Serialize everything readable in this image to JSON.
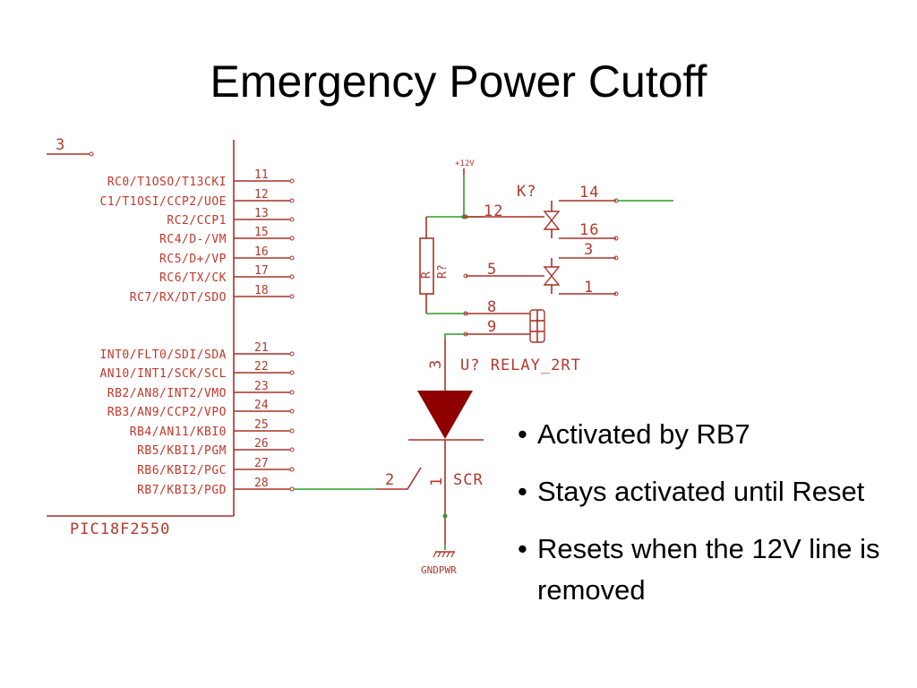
{
  "slide": {
    "title": "Emergency Power Cutoff",
    "bullets": [
      "Activated by RB7",
      "Stays activated until Reset",
      "Resets when the 12V line is removed"
    ]
  },
  "schematic": {
    "mcu": {
      "part": "PIC18F2550",
      "ref_pin": "3",
      "pins": [
        {
          "name": "RC0/T1OSO/T13CKI",
          "num": "11"
        },
        {
          "name": "C1/T1OSI/CCP2/UOE",
          "num": "12"
        },
        {
          "name": "RC2/CCP1",
          "num": "13"
        },
        {
          "name": "RC4/D-/VM",
          "num": "15"
        },
        {
          "name": "RC5/D+/VP",
          "num": "16"
        },
        {
          "name": "RC6/TX/CK",
          "num": "17"
        },
        {
          "name": "RC7/RX/DT/SDO",
          "num": "18"
        },
        {
          "name": "INT0/FLT0/SDI/SDA",
          "num": "21"
        },
        {
          "name": "AN10/INT1/SCK/SCL",
          "num": "22"
        },
        {
          "name": "RB2/AN8/INT2/VMO",
          "num": "23"
        },
        {
          "name": "RB3/AN9/CCP2/VPO",
          "num": "24"
        },
        {
          "name": "RB4/AN11/KBI0",
          "num": "25"
        },
        {
          "name": "RB5/KBI1/PGM",
          "num": "26"
        },
        {
          "name": "RB6/KBI2/PGC",
          "num": "27"
        },
        {
          "name": "RB7/KBI3/PGD",
          "num": "28"
        }
      ]
    },
    "relay": {
      "ref": "K?",
      "label": "U? RELAY_2RT",
      "pins": [
        "14",
        "12",
        "16",
        "3",
        "5",
        "1",
        "8",
        "9"
      ]
    },
    "resistor": {
      "ref": "R?",
      "value": "R"
    },
    "power": {
      "label": "+12V"
    },
    "scr": {
      "label": "SCR",
      "pin_anode": "3",
      "pin_gate": "2",
      "pin_cathode": "1"
    },
    "ground": {
      "label": "GNDPWR"
    }
  },
  "colors": {
    "part": "#a93226",
    "wire": "#2e9b2e",
    "scr_fill": "#8e0000"
  }
}
